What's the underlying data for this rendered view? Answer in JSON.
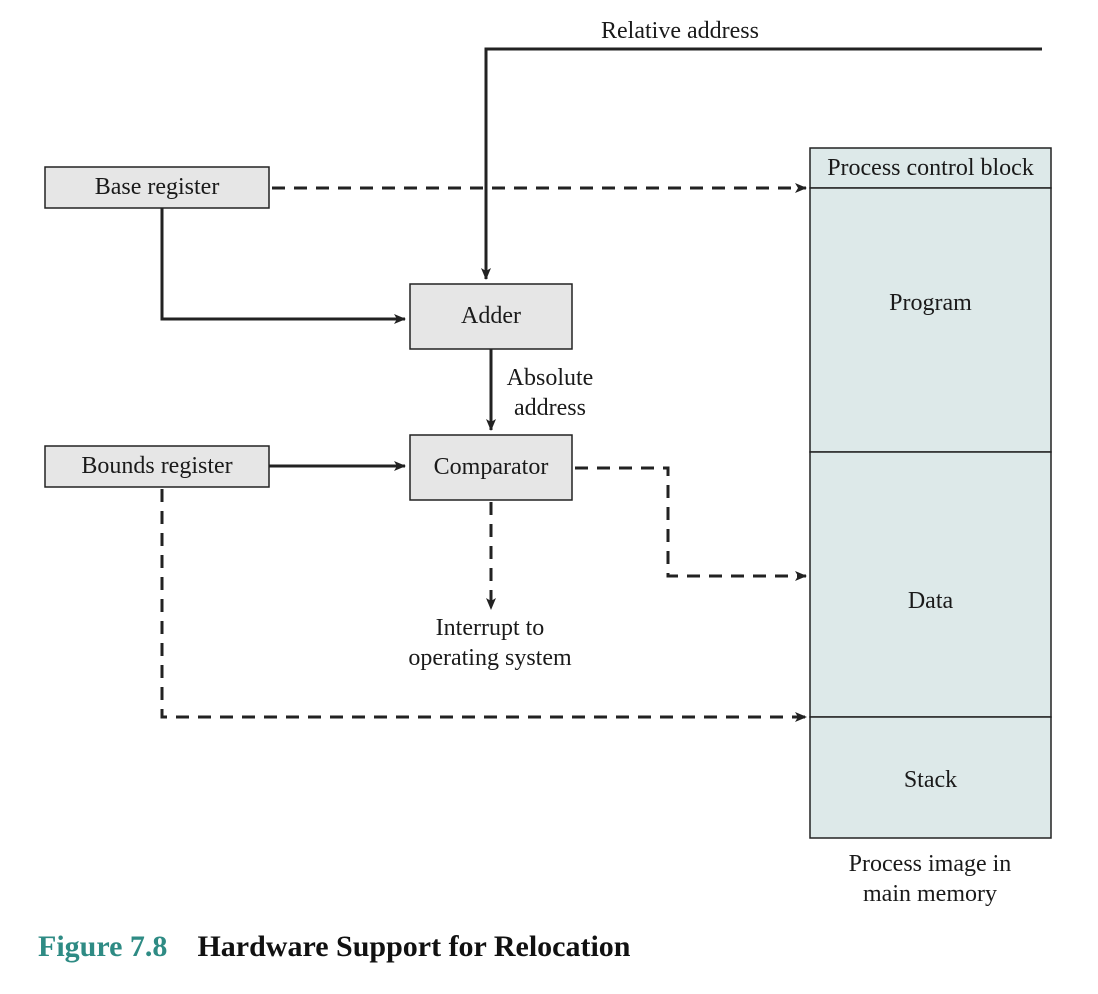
{
  "colors": {
    "register_fill": "#e6e6e6",
    "memory_fill": "#dde9e9",
    "line": "#222222",
    "figure_number": "#2e8b84"
  },
  "labels": {
    "relative_address": "Relative address",
    "absolute_address_line1": "Absolute",
    "absolute_address_line2": "address",
    "interrupt_line1": "Interrupt to",
    "interrupt_line2": "operating system"
  },
  "boxes": {
    "base_register": "Base register",
    "bounds_register": "Bounds register",
    "adder": "Adder",
    "comparator": "Comparator"
  },
  "memory": {
    "segments": [
      "Process control block",
      "Program",
      "Data",
      "Stack"
    ],
    "caption_line1": "Process image in",
    "caption_line2": "main memory"
  },
  "figure": {
    "number": "Figure 7.8",
    "title": "Hardware Support for Relocation"
  }
}
